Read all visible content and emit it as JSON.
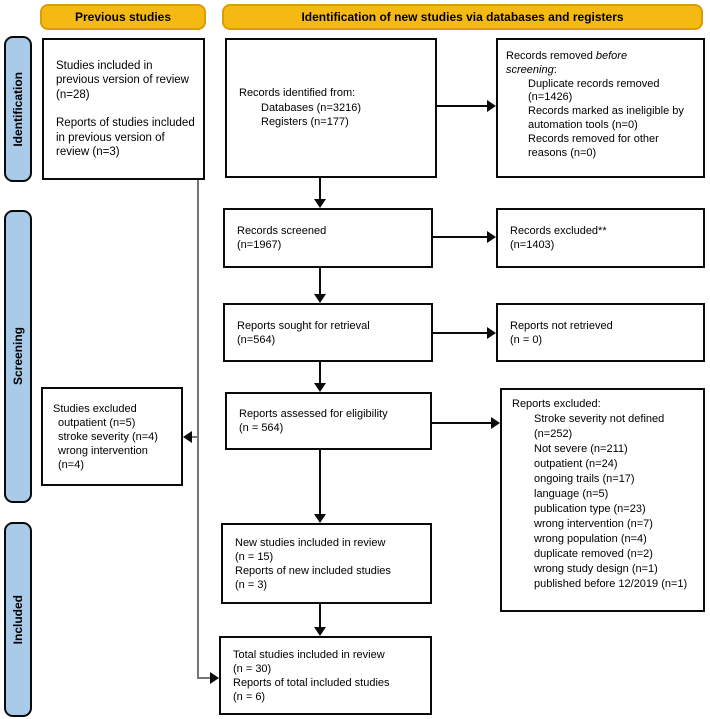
{
  "colors": {
    "header_bg": "#F5B914",
    "header_border": "#D99E06",
    "label_bg": "#A9CAE9",
    "line_gray": "#767676"
  },
  "headers": {
    "previous": "Previous studies",
    "main": "Identification of new studies via databases and registers"
  },
  "stages": {
    "identification": "Identification",
    "screening": "Screening",
    "included": "Included"
  },
  "boxes": {
    "previous_studies": {
      "para1": "Studies included in previous version of review (n=28)",
      "para2": "Reports of studies included in previous version of review (n=3)"
    },
    "records_identified": {
      "title": "Records identified from:",
      "items": [
        "Databases (n=3216)",
        "Registers (n=177)"
      ]
    },
    "records_removed": {
      "line1_normal": "Records removed ",
      "line1_italic": "before",
      "line2_italic": "screening",
      "line2_suffix": ":",
      "items": [
        "Duplicate records removed (n=1426)",
        "Records marked as ineligible by automation tools (n=0)",
        "Records removed for other reasons (n=0)"
      ]
    },
    "records_screened": {
      "lines": [
        "Records screened",
        "(n=1967)"
      ]
    },
    "records_excluded": {
      "lines": [
        "Records excluded**",
        "(n=1403)"
      ]
    },
    "reports_sought": {
      "lines": [
        "Reports sought for retrieval",
        "(n=564)"
      ]
    },
    "reports_not_retrieved": {
      "lines": [
        "Reports not retrieved",
        "(n = 0)"
      ]
    },
    "reports_assessed": {
      "lines": [
        "Reports assessed for eligibility",
        "(n = 564)"
      ]
    },
    "reports_excluded": {
      "title": "Reports excluded:",
      "items": [
        "Stroke severity not defined (n=252)",
        "Not severe (n=211)",
        "outpatient (n=24)",
        "ongoing trails (n=17)",
        "language (n=5)",
        "publication type (n=23)",
        "wrong intervention (n=7)",
        "wrong population (n=4)",
        "duplicate removed (n=2)",
        "wrong study design (n=1)",
        "published before 12/2019 (n=1)"
      ]
    },
    "studies_excluded": {
      "title": "Studies excluded",
      "items": [
        "outpatient (n=5)",
        "stroke severity (n=4)",
        "wrong intervention (n=4)"
      ]
    },
    "new_studies": {
      "lines": [
        "New studies included in review",
        "(n = 15)",
        "Reports of new included studies",
        "(n = 3)"
      ]
    },
    "total_studies": {
      "lines": [
        "Total studies included in review",
        "(n = 30)",
        "Reports of total included studies",
        "(n = 6)"
      ]
    }
  }
}
